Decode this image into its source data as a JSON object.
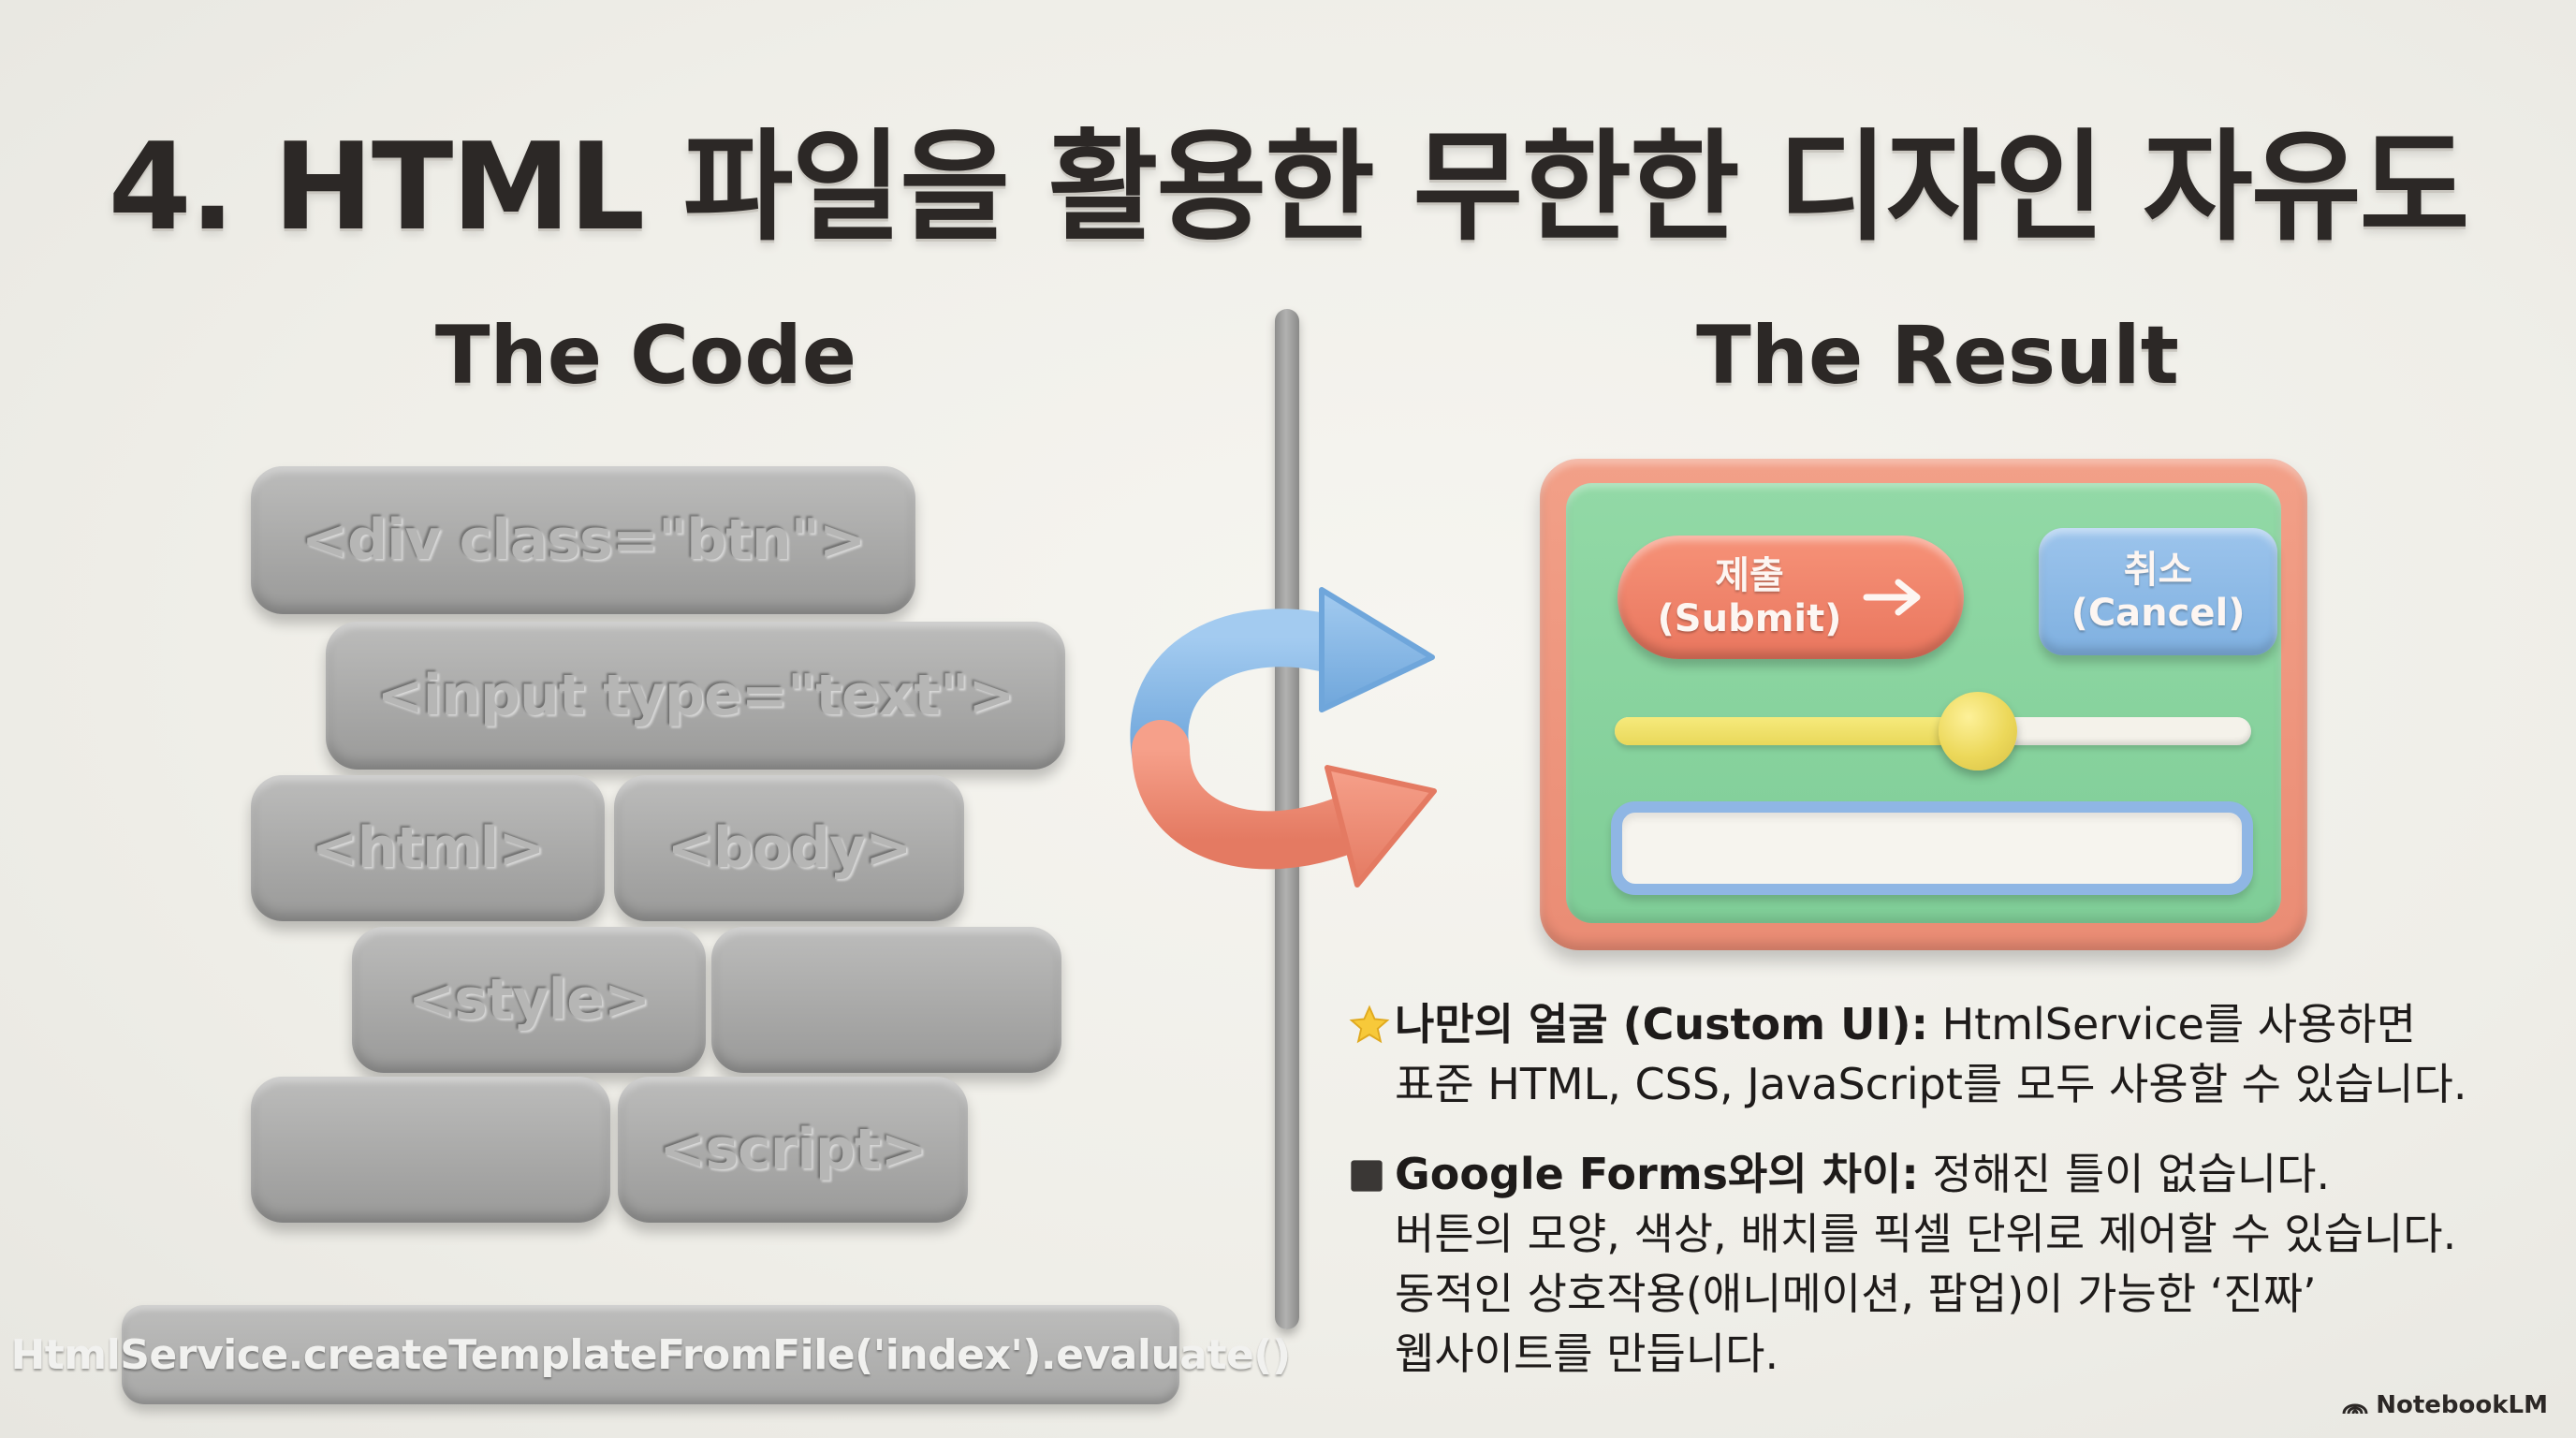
{
  "title": "4. HTML 파일을 활용한 무한한 디자인 자유도",
  "left": {
    "heading": "The Code",
    "bricks": [
      "<div class=\"btn\">",
      "<input type=\"text\">",
      "<html>",
      "<body>",
      "<style>",
      "",
      "",
      "<script>"
    ],
    "snippet": "HtmlService.createTemplateFromFile('index').evaluate()"
  },
  "right": {
    "heading": "The Result",
    "mockup": {
      "submit_line1": "제출",
      "submit_line2": "(Submit)",
      "cancel_line1": "취소",
      "cancel_line2": "(Cancel)",
      "slider_value": 0.57
    }
  },
  "bullets": [
    {
      "icon": "star-icon",
      "lead": "나만의 얼굴 (Custom UI):",
      "text1": " HtmlService를 사용하면",
      "lines": [
        "표준 HTML, CSS, JavaScript를 모두 사용할 수 있습니다."
      ]
    },
    {
      "icon": "square-icon",
      "lead": "Google Forms와의 차이:",
      "text1": " 정해진 틀이 없습니다.",
      "lines": [
        "버튼의 모양, 색상, 배치를 픽셀 단위로 제어할 수 있습니다.",
        "동적인 상호작용(애니메이션, 팝업)이 가능한 ‘진짜’",
        "웹사이트를 만듭니다."
      ]
    }
  ],
  "brand": "NotebookLM",
  "colors": {
    "frame": "#ea8c74",
    "panel": "#7fcd97",
    "submit": "#e9765e",
    "cancel": "#7fb0e0",
    "slider": "#e9d85a",
    "arrow_blue": "#7fb3e3",
    "arrow_red": "#ee8a72"
  }
}
